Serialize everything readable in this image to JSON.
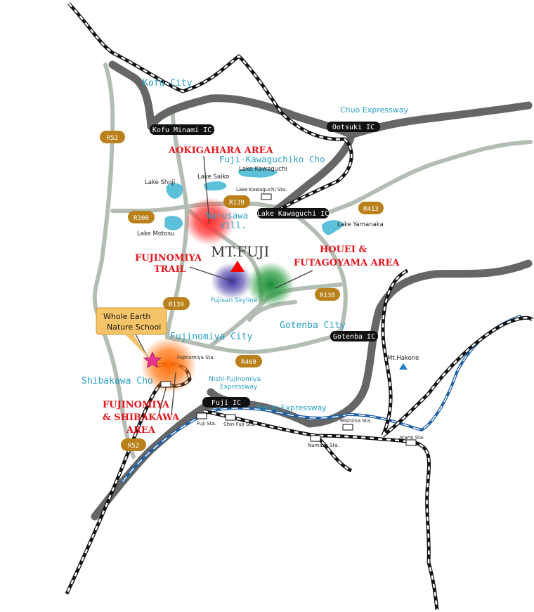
{
  "colors": {
    "rail": "#111111",
    "expressway": "#666666",
    "road": "#b4bdb4",
    "shinkansen": "#1f5fa6",
    "lake": "#5bc0d8",
    "area_label": "#e8141b",
    "city_label": "#2a9fc4",
    "badge_orange": "#b9801c",
    "badge_black": "#111111",
    "star": "#e8338f",
    "callout_bg": "#f6c468",
    "aokigahara_blob": "#ff3a3a",
    "fujinomiya_blob": "#5a4fb0",
    "houei_blob": "#2e9e44",
    "shibakawa_blob": "#ff7a1a",
    "peak": "#ff0000",
    "hakone_peak": "#1f7fc0"
  },
  "areas": {
    "aokigahara": "AOKIGAHARA AREA",
    "fujinomiya_trail_1": "FUJINOMIYA",
    "fujinomiya_trail_2": "TRAIL",
    "houei_1": "HOUEI &",
    "houei_2": "FUTAGOYAMA AREA",
    "shibakawa_1": "FUJINOMIYA",
    "shibakawa_2": "& SHIBAKAWA",
    "shibakawa_3": "AREA"
  },
  "mountain": {
    "name": "MT.FUJI",
    "peak_icon": "red-triangle-peak-icon",
    "hakone": "Mt.Hakone",
    "hakone_icon": "blue-triangle-peak-icon"
  },
  "cities": {
    "kofu": "Kofu City",
    "fuji_kawaguchiko": "Fuji-Kawaguchiko Cho",
    "narusawa_1": "Narusawa",
    "narusawa_2": "Vill.",
    "fujinomiya": "Fujinomiya City",
    "gotenba": "Gotenba City",
    "shibakawa": "Shibakawa Cho",
    "chuo_expressway": "Chuo Expressway",
    "tomei_expressway": "Tomei Expressway",
    "nishi_fujinomiya_1": "Nishi-Fujinomiya",
    "nishi_fujinomiya_2": "Expressway",
    "fujisan_skyline": "Fujisan Skyline"
  },
  "lakes": {
    "shoji": "Lake Shoji",
    "saiko": "Lake Saiko",
    "kawaguchi": "Lake Kawaguchi",
    "motosu": "Lake Motosu",
    "yamanaka": "Lake Yamanaka"
  },
  "stations": {
    "kawaguchi_sta": "Lake Kawaguchi Sta.",
    "fujinomiya_sta": "Fujinomiya Sta.",
    "fuji_sta": "Fuji Sta.",
    "shin_fuji_sta": "Shin-Fuji Sta.",
    "numazu_sta": "Numazu Sta.",
    "mishima_sta": "Mishima Sta.",
    "atami_sta": "Atami Sta."
  },
  "ics": {
    "kofu_minami": "Kofu Minami IC",
    "ootsuki": "Ootsuki IC",
    "lake_kawaguchi": "Lake Kawaguchi IC",
    "gotenba": "Gotenba IC",
    "fuji": "Fuji IC"
  },
  "routes": {
    "r52_north": "R52",
    "r52_south": "R52",
    "r300": "R300",
    "r139_north": "R139",
    "r139_south": "R139",
    "r413": "R413",
    "r138": "R138",
    "r469": "R469"
  },
  "school": {
    "line1": "Whole Earth",
    "line2": "Nature School",
    "icon": "star-icon"
  }
}
